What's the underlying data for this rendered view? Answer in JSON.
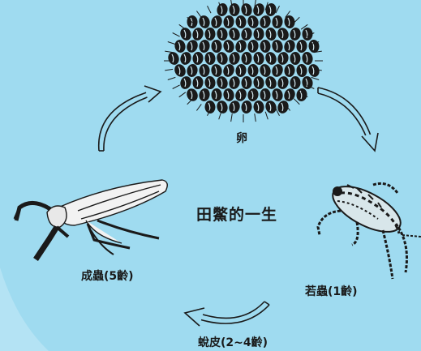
{
  "title": "田鱉的一生",
  "stages": {
    "egg": "卵",
    "nymph": "若蟲(1齡)",
    "molt": "蛻皮(2~4齡)",
    "adult": "成蟲(5齡)"
  },
  "colors": {
    "background": "#9fdbf0",
    "lower_left_shade": "#b4e3f4",
    "ink": "#1a1a1a"
  }
}
